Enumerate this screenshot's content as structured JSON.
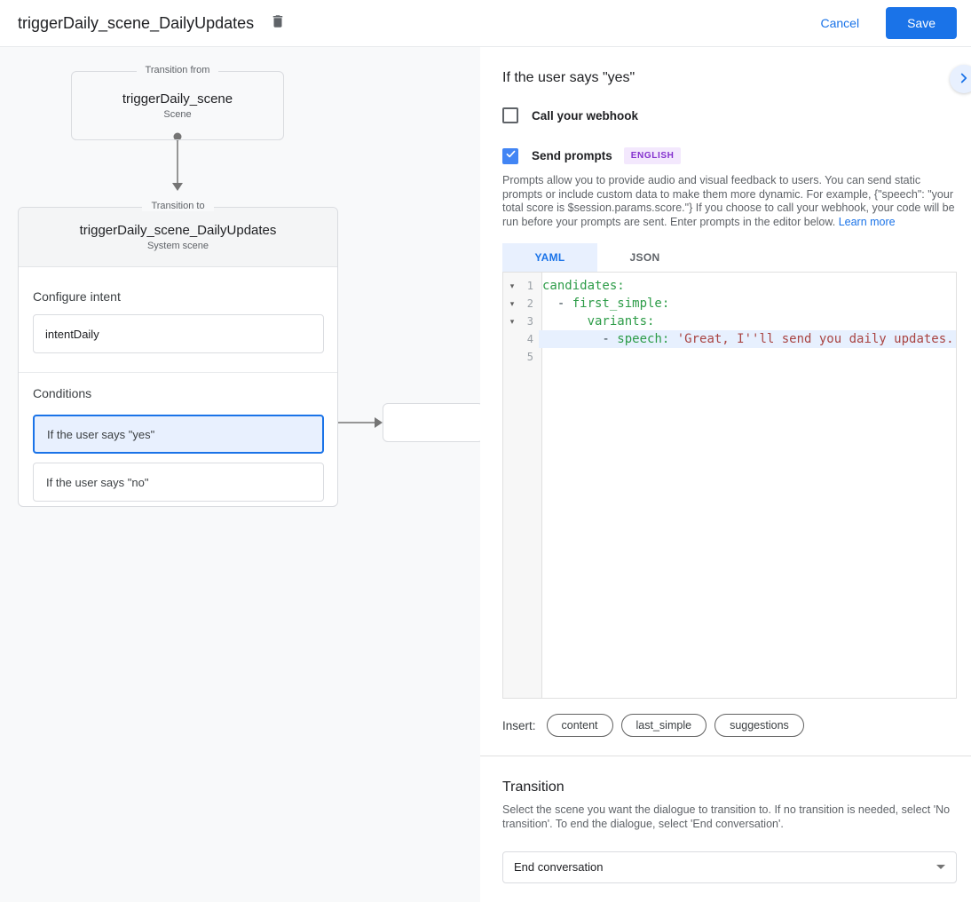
{
  "header": {
    "title": "triggerDaily_scene_DailyUpdates",
    "cancel_label": "Cancel",
    "save_label": "Save"
  },
  "colors": {
    "accent_blue": "#1a73e8",
    "selected_condition_bg": "#e8f0fe",
    "badge_bg": "#f3e8fd",
    "badge_text": "#8430ce",
    "code_key_green": "#2d9c48",
    "code_string_red": "#a94442",
    "active_line_bg": "#e7f0fe",
    "canvas_bg": "#f8f9fa"
  },
  "canvas": {
    "from_box": {
      "label": "Transition from",
      "title": "triggerDaily_scene",
      "subtitle": "Scene"
    },
    "to_box": {
      "label": "Transition to",
      "title": "triggerDaily_scene_DailyUpdates",
      "subtitle": "System scene",
      "configure_intent_label": "Configure intent",
      "intent_value": "intentDaily",
      "conditions_label": "Conditions",
      "conditions": [
        {
          "label": "If the user says \"yes\"",
          "selected": true
        },
        {
          "label": "If the user says \"no\"",
          "selected": false
        }
      ]
    }
  },
  "panel": {
    "title": "If the user says \"yes\"",
    "webhook_checkbox": {
      "label": "Call your webhook",
      "checked": false
    },
    "send_prompts_checkbox": {
      "label": "Send prompts",
      "checked": true
    },
    "language_badge": "ENGLISH",
    "prompts_description": "Prompts allow you to provide audio and visual feedback to users. You can send static prompts or include custom data to make them more dynamic. For example, {\"speech\": \"your total score is $session.params.score.\"} If you choose to call your webhook, your code will be run before your prompts are sent. Enter prompts in the editor below.",
    "learn_more_label": "Learn more",
    "tabs": [
      {
        "label": "YAML",
        "selected": true
      },
      {
        "label": "JSON",
        "selected": false
      }
    ],
    "editor": {
      "lines": [
        {
          "num": "1",
          "fold": true,
          "highlight": false,
          "segments": [
            {
              "text": "candidates:",
              "type": "key"
            }
          ]
        },
        {
          "num": "2",
          "fold": true,
          "highlight": false,
          "segments": [
            {
              "text": "  - ",
              "type": "plain"
            },
            {
              "text": "first_simple:",
              "type": "key"
            }
          ]
        },
        {
          "num": "3",
          "fold": true,
          "highlight": false,
          "segments": [
            {
              "text": "      ",
              "type": "plain"
            },
            {
              "text": "variants:",
              "type": "key"
            }
          ]
        },
        {
          "num": "4",
          "fold": false,
          "highlight": true,
          "segments": [
            {
              "text": "        - ",
              "type": "plain"
            },
            {
              "text": "speech: ",
              "type": "key"
            },
            {
              "text": "'Great, I''ll send you daily updates.'",
              "type": "string"
            }
          ]
        },
        {
          "num": "5",
          "fold": false,
          "highlight": false,
          "segments": []
        }
      ]
    },
    "insert_label": "Insert:",
    "insert_chips": [
      "content",
      "last_simple",
      "suggestions"
    ],
    "transition": {
      "heading": "Transition",
      "description": "Select the scene you want the dialogue to transition to. If no transition is needed, select 'No transition'. To end the dialogue, select 'End conversation'.",
      "selected_value": "End conversation"
    }
  }
}
